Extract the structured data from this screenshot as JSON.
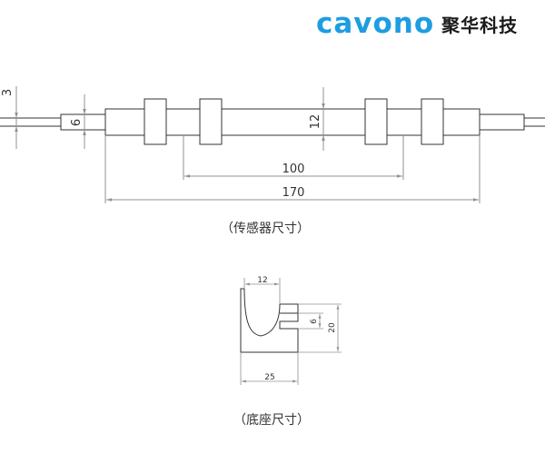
{
  "brand": {
    "wordmark": "cavono",
    "company_cn": "聚华科技",
    "color": "#1e9de0"
  },
  "sensor": {
    "caption": "（传感器尺寸）",
    "dims": {
      "wire": "3",
      "tip": "6",
      "body": "12",
      "spacing": "100",
      "length": "170"
    }
  },
  "base": {
    "caption": "（底座尺寸）",
    "dims": {
      "slot": "12",
      "groove": "6",
      "height": "20",
      "width": "25"
    }
  },
  "colors": {
    "line": "#333333",
    "dim": "#909090"
  }
}
